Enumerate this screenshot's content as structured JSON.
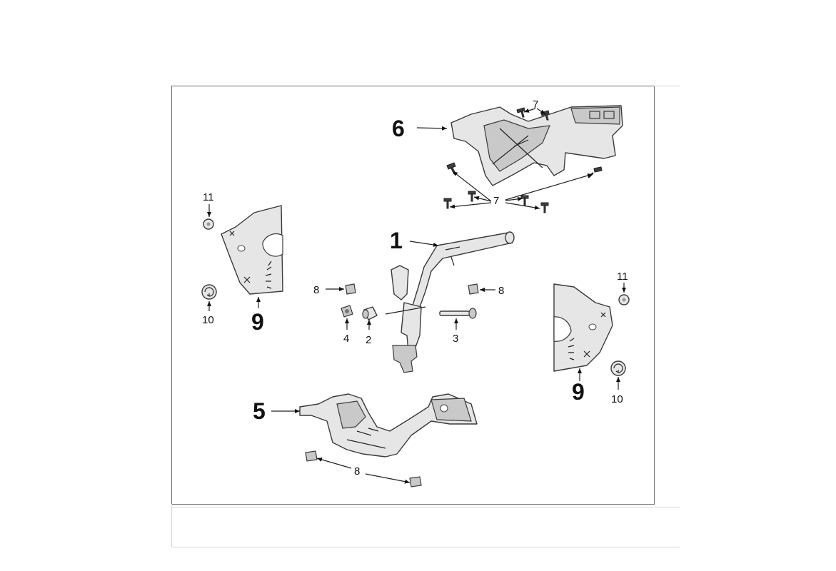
{
  "diagram": {
    "callouts": {
      "c1": "1",
      "c2": "2",
      "c3": "3",
      "c4": "4",
      "c5": "5",
      "c6": "6",
      "c7a": "7",
      "c7b": "7",
      "c8a": "8",
      "c8b": "8",
      "c8c": "8",
      "c9a": "9",
      "c9b": "9",
      "c10a": "10",
      "c10b": "10",
      "c11a": "11",
      "c11b": "11"
    }
  }
}
